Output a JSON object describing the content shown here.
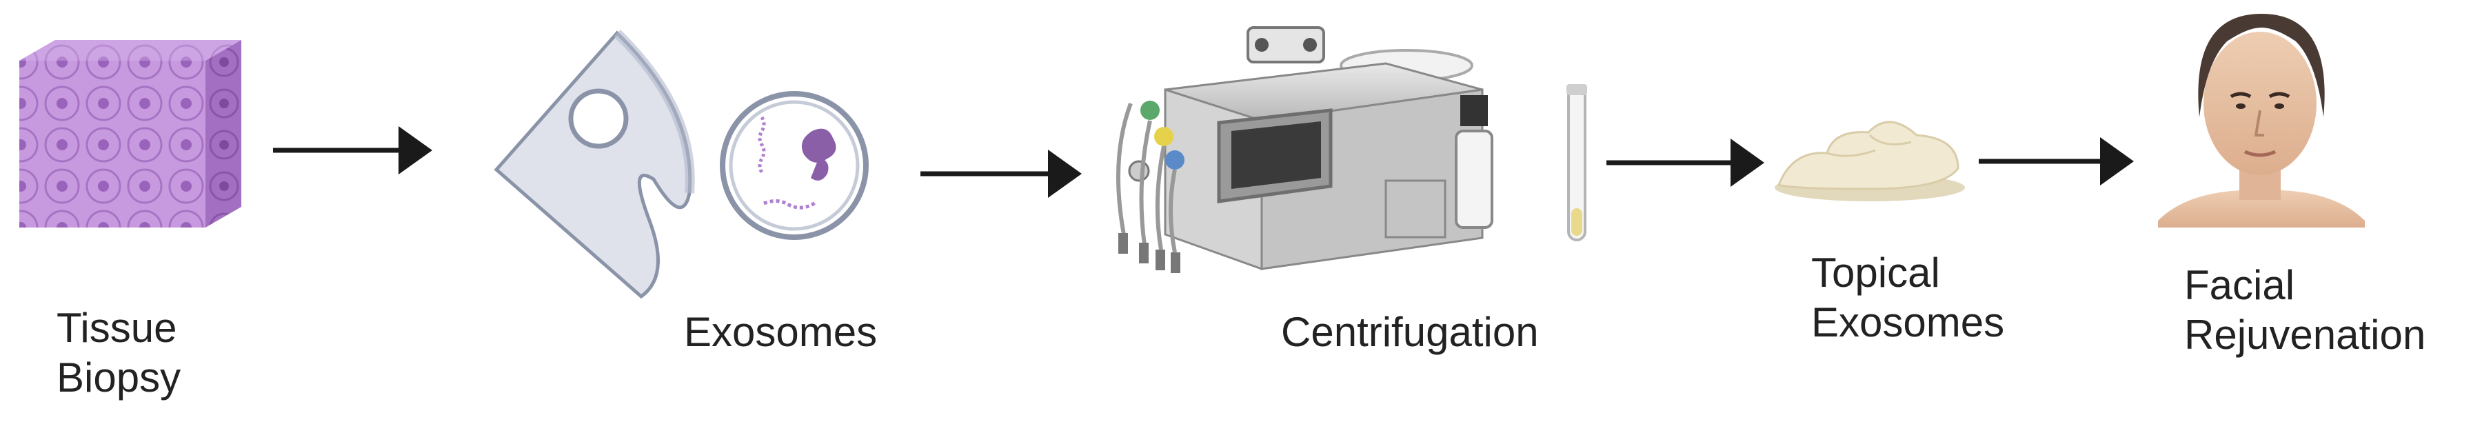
{
  "steps": [
    {
      "id": "tissue-biopsy",
      "label_lines": [
        "Tissue",
        "Biopsy"
      ]
    },
    {
      "id": "exosomes",
      "label_lines": [
        "Exosomes"
      ]
    },
    {
      "id": "centrifugation",
      "label_lines": [
        "Centrifugation"
      ]
    },
    {
      "id": "topical-exosomes",
      "label_lines": [
        "Topical",
        "Exosomes"
      ]
    },
    {
      "id": "facial-rejuvenation",
      "label_lines": [
        "Facial",
        "Rejuvenation"
      ]
    }
  ],
  "icons": [
    "tissue-cube-icon",
    "exosome-vesicle-icon",
    "centrifuge-machine-icon",
    "sample-tube-icon",
    "cream-icon",
    "face-icon",
    "arrow-right-icon"
  ],
  "colors": {
    "tissue": "#b98ad4",
    "arrow": "#1a1a1a",
    "machine": "#c8c8c8",
    "cream": "#efe7cf",
    "skin": "#e8c2a4",
    "hair": "#4a3a34"
  }
}
